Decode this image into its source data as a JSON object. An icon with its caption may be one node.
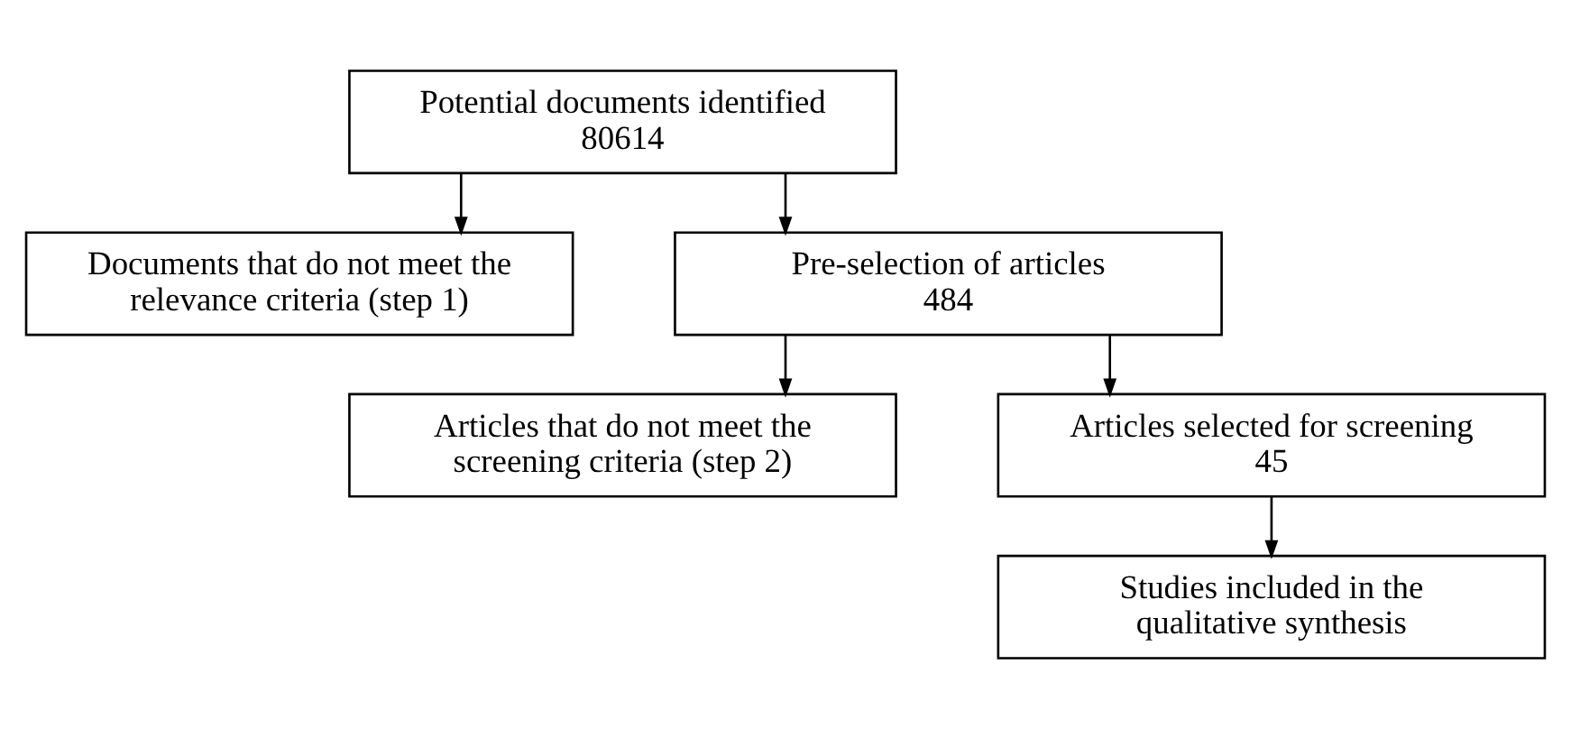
{
  "diagram": {
    "nodes": [
      {
        "text": [
          "Potential documents identified",
          "80614"
        ]
      },
      {
        "text": [
          "Documents that do not meet the relevance criteria (step 1)"
        ]
      },
      {
        "text": [
          "Pre-selection of articles",
          "484"
        ]
      },
      {
        "text": [
          "Articles that do not meet the screening criteria (step 2)"
        ]
      },
      {
        "text": [
          "Articles selected for screening",
          "45"
        ]
      },
      {
        "text": [
          "Studies included in the qualitative synthesis"
        ]
      }
    ],
    "edges": [
      {
        "from": 0,
        "to": 2,
        "arrow": "to"
      },
      {
        "from": 0,
        "to": 1,
        "arrow": "to"
      },
      {
        "from": 2,
        "to": 4,
        "arrow": "to"
      },
      {
        "from": 2,
        "to": 3,
        "arrow": "to"
      },
      {
        "from": 4,
        "to": 5,
        "arrow": "to"
      }
    ]
  }
}
